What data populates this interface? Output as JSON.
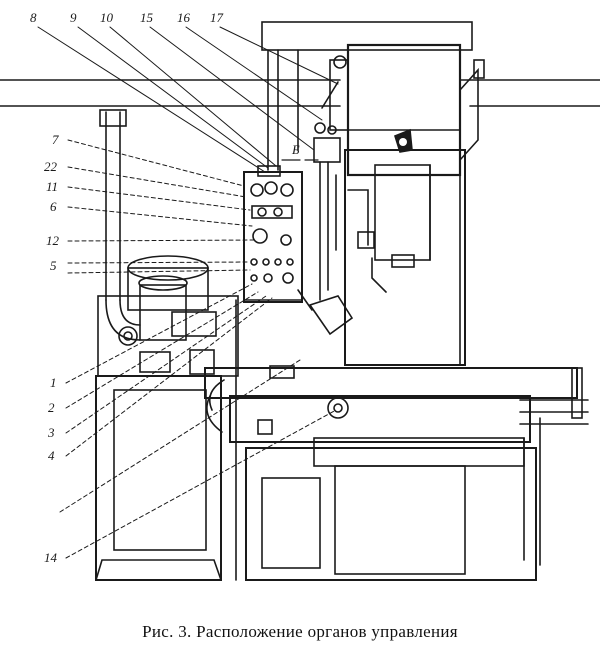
{
  "caption": {
    "figure_ref": "Рис. 3.",
    "text": "Расположение органов управления"
  },
  "callouts_top": [
    "8",
    "9",
    "10",
    "15",
    "16",
    "17"
  ],
  "callouts_left": [
    "7",
    "22",
    "11",
    "6",
    "12",
    "5",
    "1",
    "2",
    "3",
    "4",
    "14"
  ],
  "section_mark": "Б",
  "colors": {
    "ink": "#1a1a1a",
    "paper": "#ffffff"
  }
}
